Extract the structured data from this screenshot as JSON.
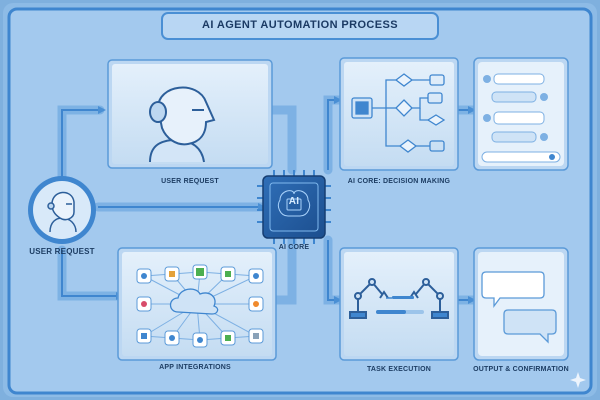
{
  "title": "AI AGENT AUTOMATION PROCESS",
  "labels": {
    "user_request_top": "USER REQUEST",
    "user_request_left": "USER REQUEST",
    "ai_core": "AI CORE",
    "chip_text": "AI",
    "decision": "AI CORE: DECISION MAKING",
    "app_integrations": "APP INTEGRATIONS",
    "task_execution": "TASK EXECUTION",
    "output": "OUTPUT & CONFIRMATION"
  },
  "colors": {
    "background": "#7fb0de",
    "frame": "#3f86cf",
    "panel": "#cfe3f6",
    "arrow": "#4a8fd4",
    "text": "#1d3d63"
  },
  "icons": [
    "robot-head-icon",
    "ai-chip-icon",
    "flowchart-icon",
    "chat-icon",
    "cloud-icon",
    "robot-arm-icon",
    "speech-bubble-icon"
  ]
}
